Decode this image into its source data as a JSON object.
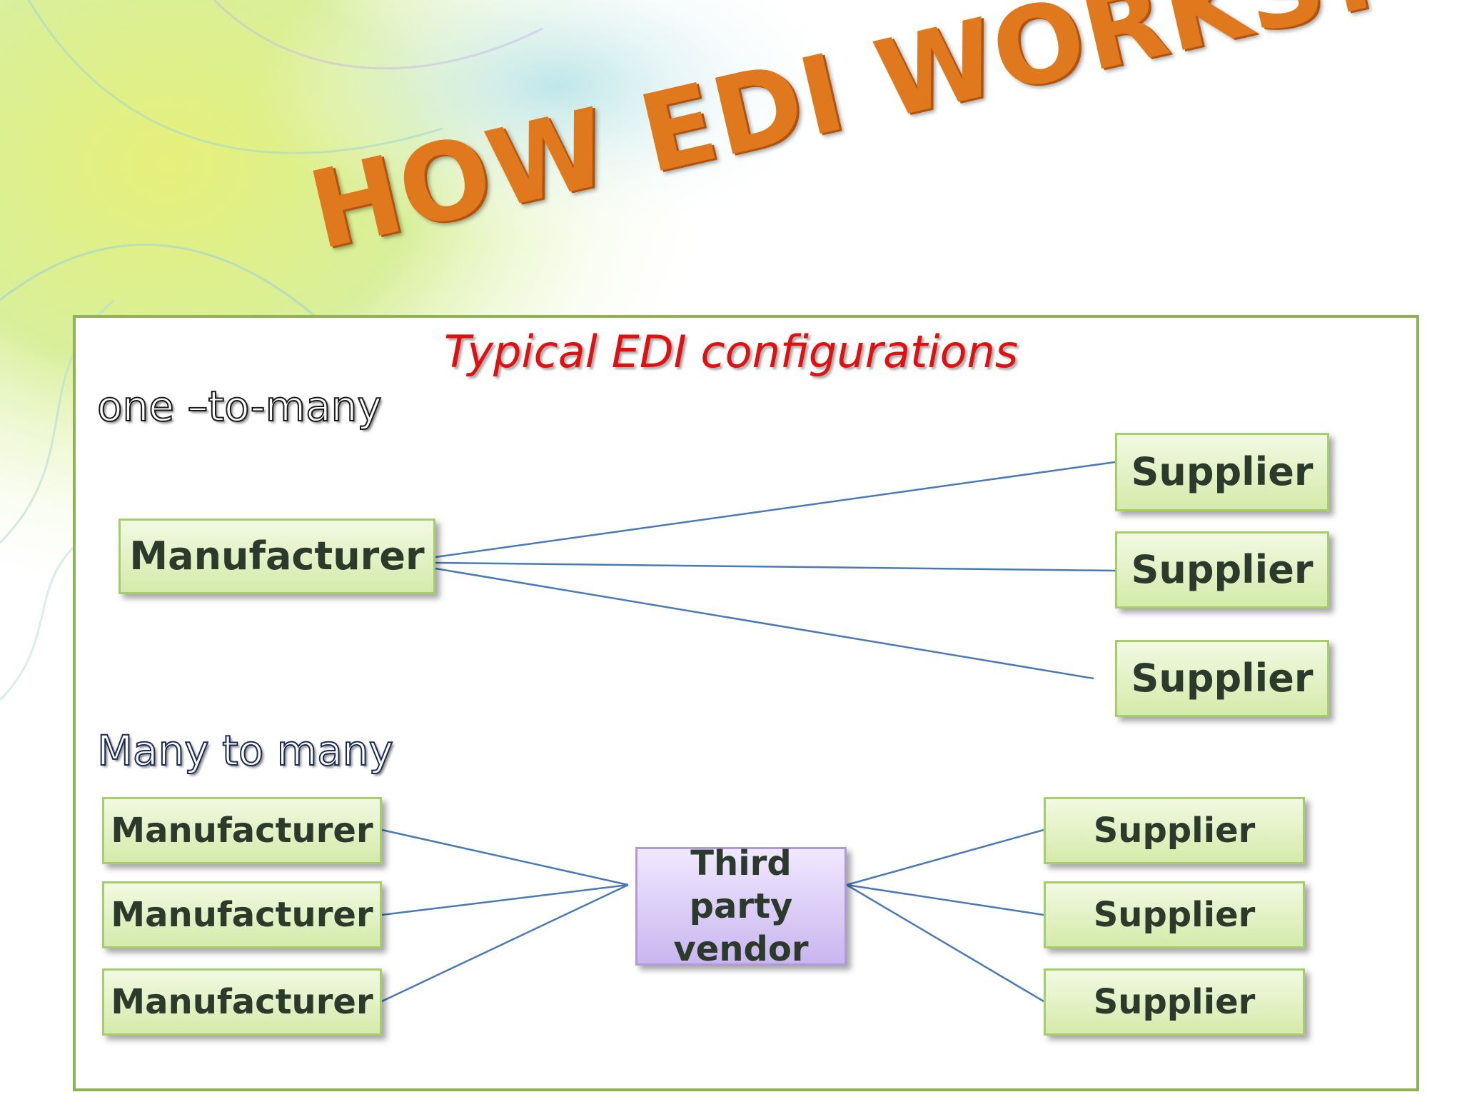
{
  "slide": {
    "title": "HOW EDI WORKS?",
    "subtitle": "Typical EDI configurations"
  },
  "one_to_many": {
    "label": "one –to-many",
    "manufacturer": "Manufacturer",
    "suppliers": [
      "Supplier",
      "Supplier",
      "Supplier"
    ]
  },
  "many_to_many": {
    "label": "Many to many",
    "manufacturers": [
      "Manufacturer",
      "Manufacturer",
      "Manufacturer"
    ],
    "vendor": "Third party vendor",
    "suppliers": [
      "Supplier",
      "Supplier",
      "Supplier"
    ]
  },
  "colors": {
    "title": "#e0781e",
    "subtitle": "#e01010",
    "panel_border": "#8fb253",
    "node_fill": "#d4ebaa",
    "vendor_fill": "#c9b6ef",
    "connector": "#4a7ab5"
  }
}
